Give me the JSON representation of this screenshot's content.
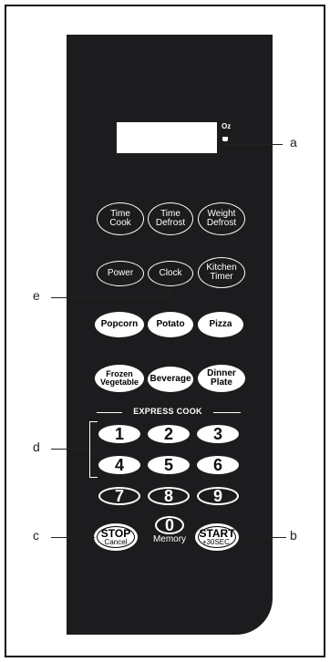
{
  "display": {
    "indicator_oz": "Oz",
    "indicator_cup_icon": "cup-icon"
  },
  "rows": {
    "row1": [
      [
        "Time",
        "Cook"
      ],
      [
        "Time",
        "Defrost"
      ],
      [
        "Weight",
        "Defrost"
      ]
    ],
    "row2": [
      [
        "Power"
      ],
      [
        "Clock"
      ],
      [
        "Kitchen",
        "Timer"
      ]
    ],
    "row3": [
      "Popcorn",
      "Potato",
      "Pizza"
    ],
    "row4": [
      [
        "Frozen",
        "Vegetable"
      ],
      [
        "Beverage"
      ],
      [
        "Dinner",
        "Plate"
      ]
    ]
  },
  "express_cook_label": "EXPRESS COOK",
  "numbers": [
    "1",
    "2",
    "3",
    "4",
    "5",
    "6",
    "7",
    "8",
    "9",
    "0"
  ],
  "memory_label": "Memory",
  "stop": {
    "main": "STOP",
    "sub": "Cancel"
  },
  "start": {
    "main": "START",
    "sub": "+30SEC."
  },
  "callouts": {
    "a": "a",
    "b": "b",
    "c": "c",
    "d": "d",
    "e": "e"
  },
  "colors": {
    "panel": "#1c1c1e",
    "button_fill": "#ffffff"
  }
}
